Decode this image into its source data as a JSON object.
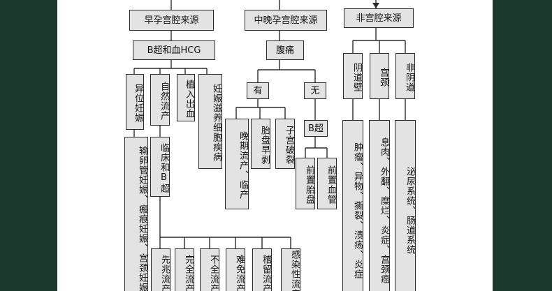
{
  "nodes": {
    "early": "早孕宫腔来源",
    "mid_late": "中晚孕宫腔来源",
    "non_uterine": "非宫腔来源",
    "bhcg": "B超和血HCG",
    "abdominal_pain": "腹痛",
    "yes": "有",
    "no": "无",
    "b_ultrasound": "B超",
    "ectopic": "异位妊娠",
    "ectopic_types": "输卵管妊娠、瘢痕妊娠、宫颈妊娠",
    "natural_abortion": "自然流产",
    "clinical_b": "临床和B超",
    "threatened": "先兆流产",
    "complete": "完全流产",
    "incomplete": "不全流产",
    "inevitable": "难免流产",
    "missed": "稽留流产",
    "infected": "感染性流产",
    "implant_bleeding": "植入出血",
    "gtd": "妊娠滋养细胞疾病",
    "late_abortion": "晚期流产、临产",
    "abruption": "胎盘早剥",
    "rupture": "子宫破裂",
    "placenta_previa": "前置胎盘",
    "vasa_previa": "前置血管",
    "vaginal_wall": "阴道壁",
    "cervix": "宫颈",
    "non_vaginal": "非阴道",
    "vaginal_causes": "肿瘤、异物、撕裂、溃疡、炎症",
    "cervix_causes": "息肉、外翻、糜烂、炎症、宫颈癌",
    "non_vaginal_causes": "泌尿系统、肠道系统"
  }
}
